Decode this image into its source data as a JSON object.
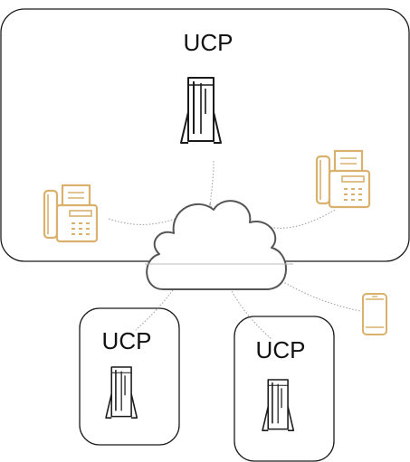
{
  "nodes": {
    "main_server_label": "UCP",
    "left_server_label": "UCP",
    "right_server_label": "UCP"
  },
  "icons": {
    "server": "server-tower-icon",
    "fax": "fax-machine-icon",
    "phone": "mobile-phone-icon",
    "cloud": "cloud-icon"
  },
  "colors": {
    "device_accent": "#d9b16d",
    "outline": "#1a1a1a",
    "cloud_stroke": "#555555",
    "connector": "#9a9a9a"
  }
}
